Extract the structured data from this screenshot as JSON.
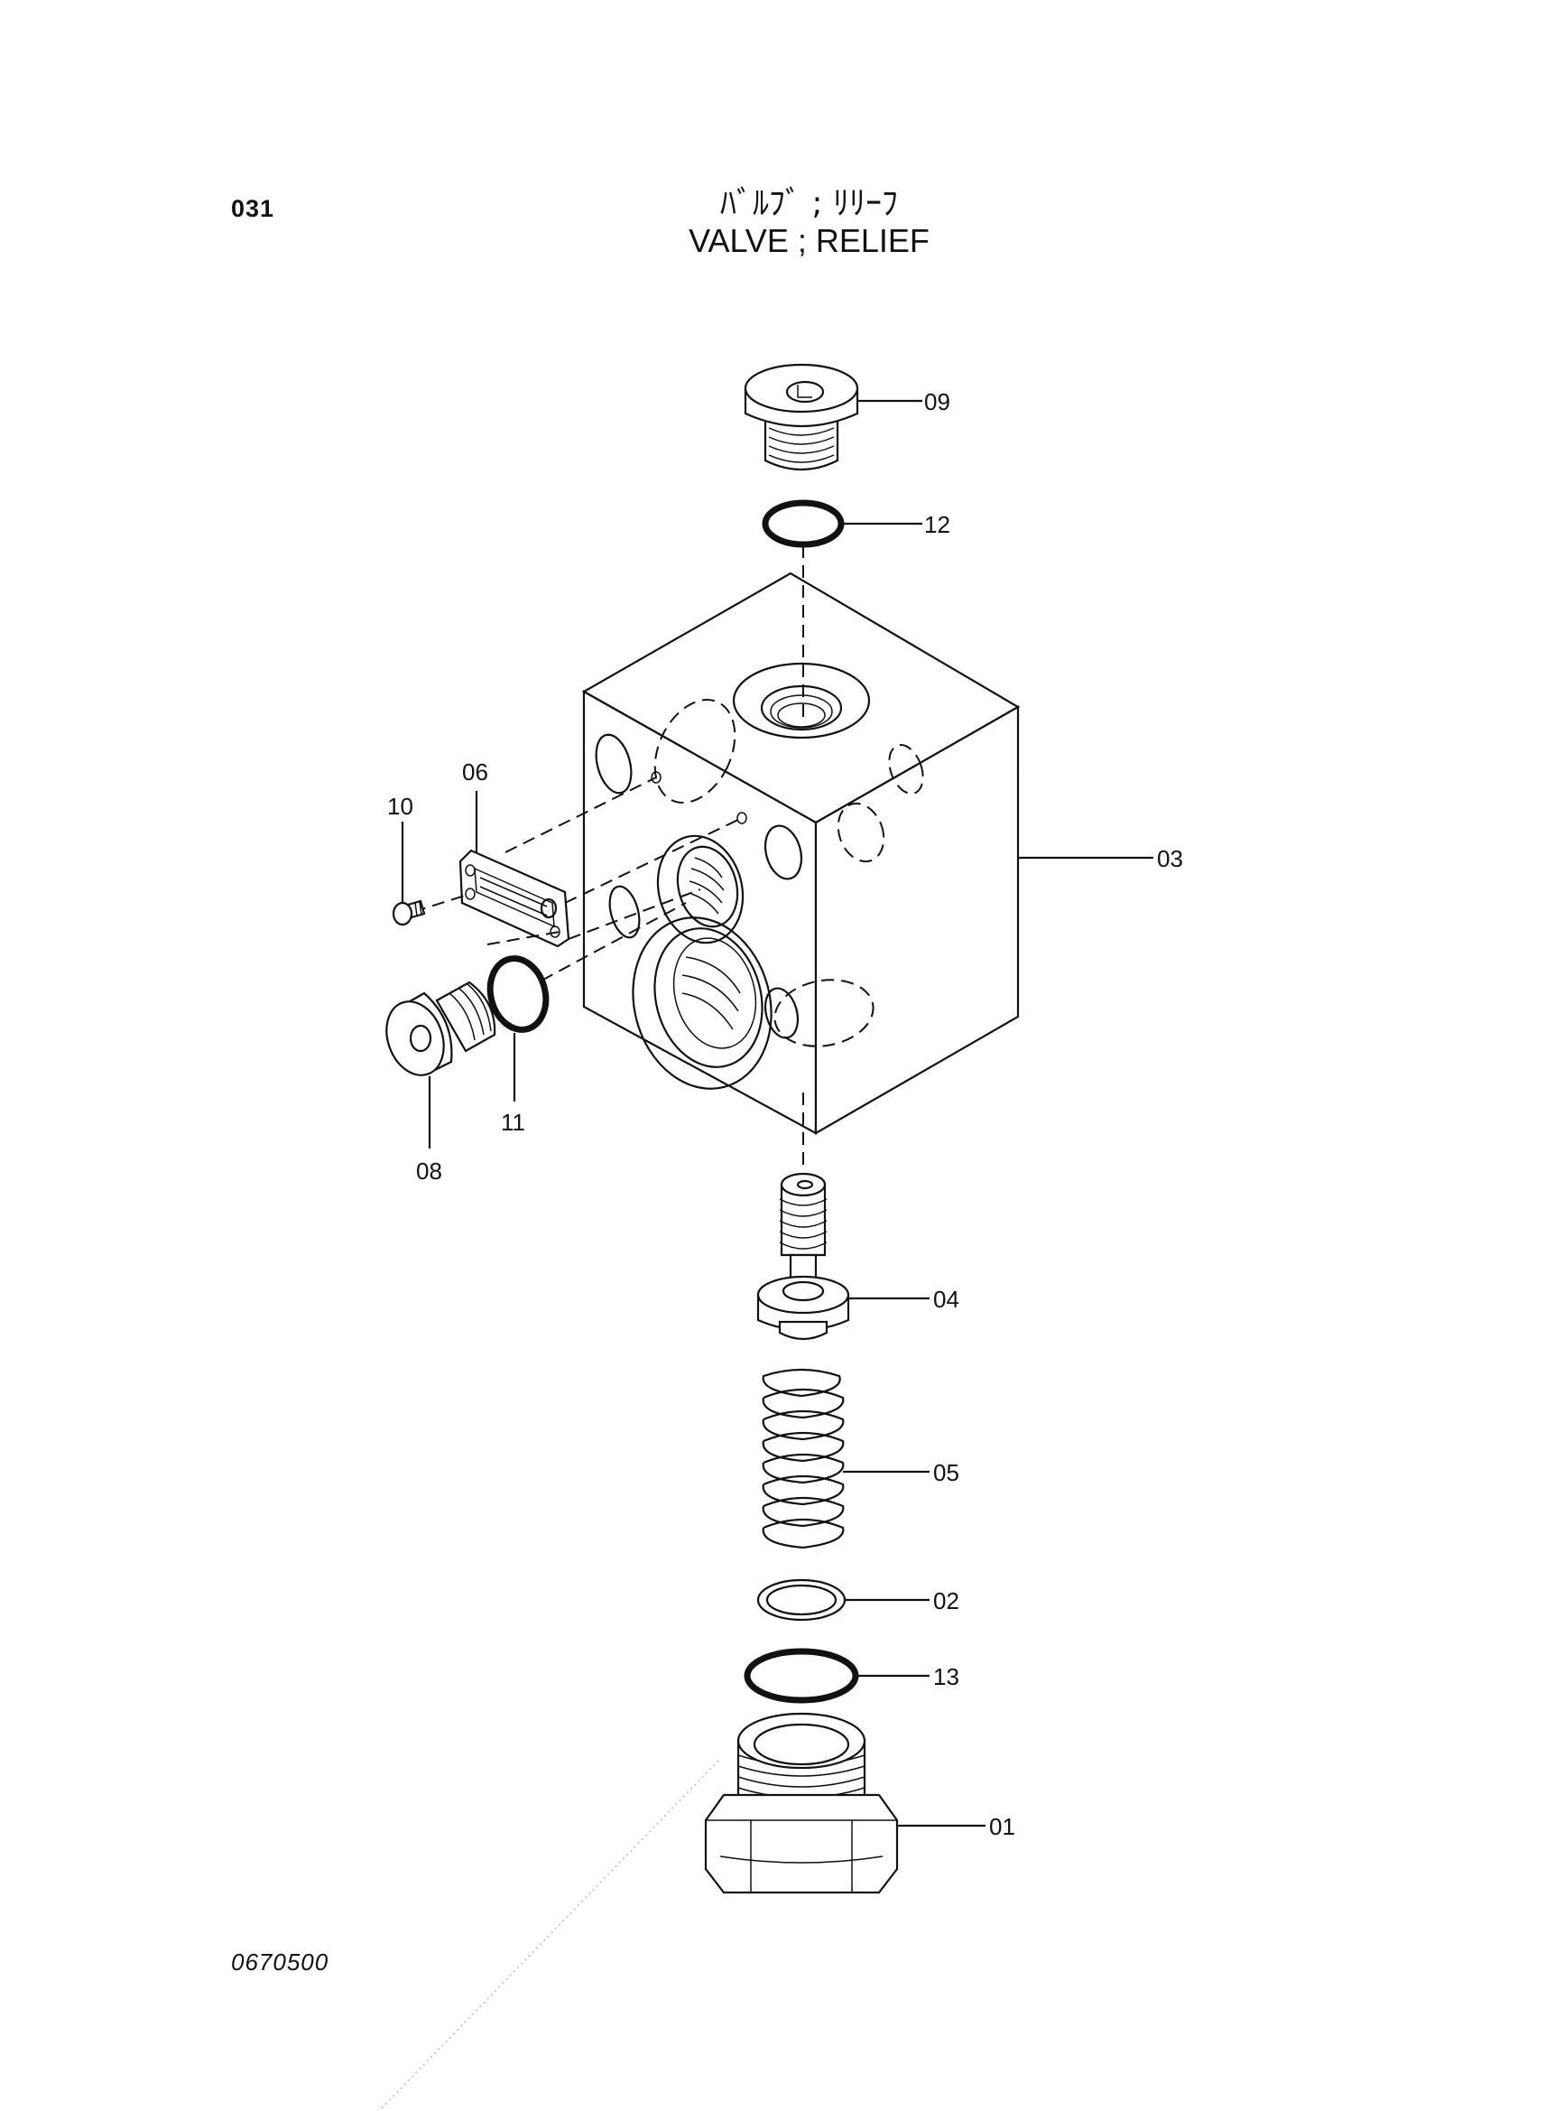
{
  "header": {
    "page_number": "031",
    "title_jp": "ﾊﾞﾙﾌﾞ ; ﾘﾘｰﾌ",
    "title_en": "VALVE ; RELIEF"
  },
  "footer": {
    "doc_code": "0670500"
  },
  "callouts": {
    "p01": "01",
    "p02": "02",
    "p03": "03",
    "p04": "04",
    "p05": "05",
    "p06": "06",
    "p08": "08",
    "p09": "09",
    "p10": "10",
    "p11": "11",
    "p12": "12",
    "p13": "13"
  }
}
